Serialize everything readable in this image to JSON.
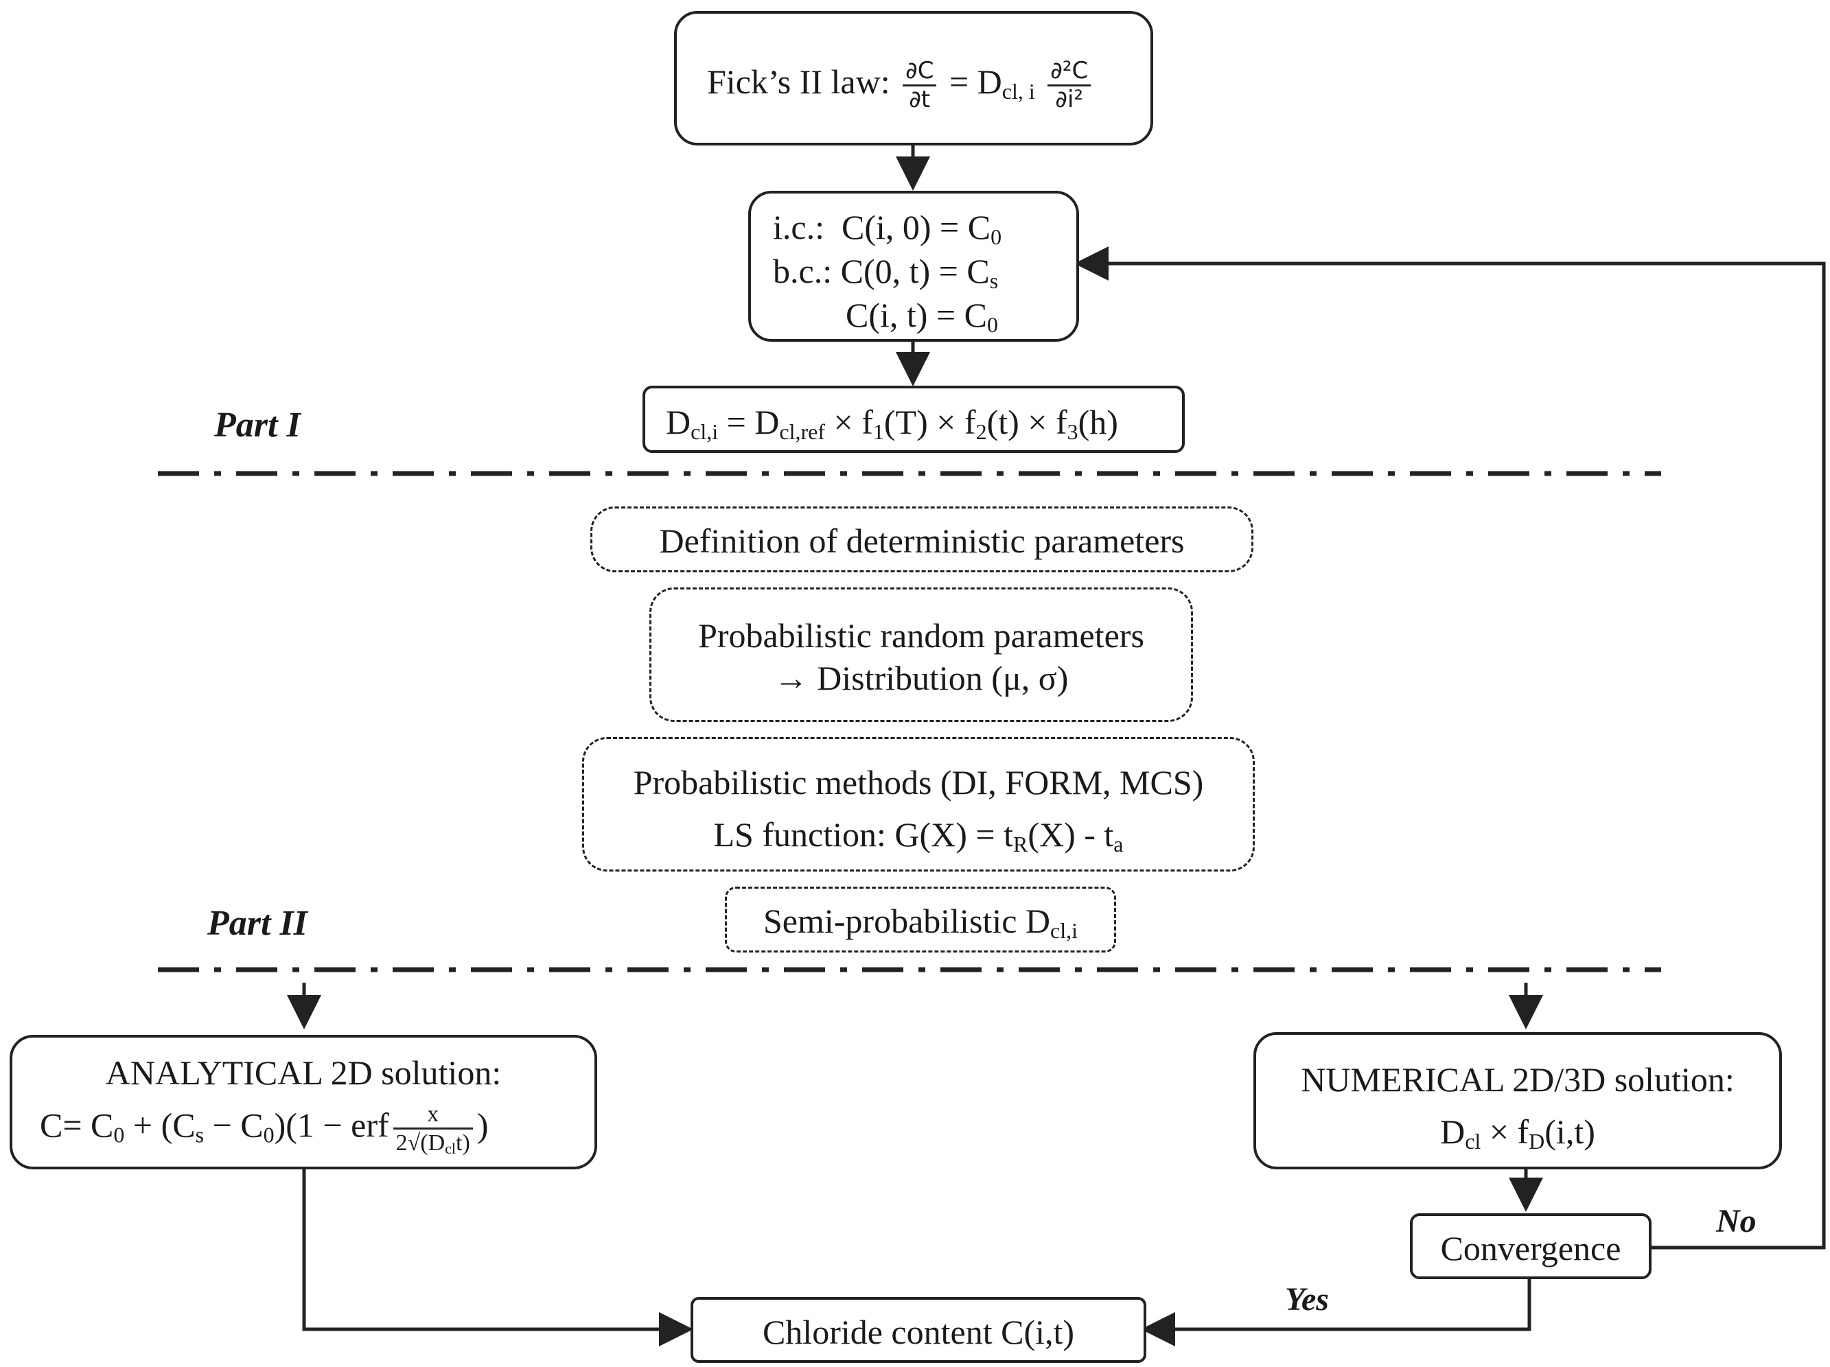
{
  "labels": {
    "part1": "Part I",
    "part2": "Part II",
    "yes": "Yes",
    "no": "No"
  },
  "fick": {
    "prefix": "Fick’s II law:",
    "num": "∂C",
    "den": "∂t",
    "eq": "= D",
    "sub": "cl, i",
    "num2": "∂²C",
    "den2": "∂i²"
  },
  "conditions": {
    "ic_label": "i.c.:",
    "ic_expr": "C(i, 0) = C",
    "ic_sub": "0",
    "bc_label": "b.c.:",
    "bc_expr": "C(0, t) = C",
    "bc_sub": "s",
    "bc2_expr": "C(i, t) = C",
    "bc2_sub": "0"
  },
  "diffusion": {
    "lhs": "D",
    "lhs_sub": "cl,i",
    "eq": " = D",
    "ref_sub": "cl,ref",
    "f1": " × f",
    "f1_sub": "1",
    "f1_arg": "(T) × f",
    "f2_sub": "2",
    "f2_arg": "(t) × f",
    "f3_sub": "3",
    "f3_arg": "(h)"
  },
  "part2_boxes": {
    "deterministic": "Definition of deterministic parameters",
    "random_line1": "Probabilistic random parameters",
    "random_line2": "→ Distribution (μ, σ)",
    "methods_line1": "Probabilistic methods (DI, FORM, MCS)",
    "ls_prefix": "LS function: G(X) = t",
    "ls_sub1": "R",
    "ls_mid": "(X) - t",
    "ls_sub2": "a",
    "semi": "Semi-probabilistic D",
    "semi_sub": "cl,i"
  },
  "analytical": {
    "line1": "ANALYTICAL 2D solution:",
    "line2_prefix": "C= C",
    "c0_sub": "0",
    "plus": " + (C",
    "cs_sub": "s",
    "minus": " − C",
    "c0b_sub": "0",
    "erf": ")(1 − erf",
    "frac_num": "x",
    "frac_den_prefix": "2√(D",
    "frac_den_sub": "cl",
    "frac_den_suffix": "t)",
    "close": ")"
  },
  "numerical": {
    "line1": "NUMERICAL 2D/3D solution:",
    "line2_prefix": "D",
    "dcl_sub": "cl",
    "line2_mid": " × f",
    "fd_sub": "D",
    "line2_suffix": "(i,t)"
  },
  "convergence": "Convergence",
  "chloride": "Chloride content C(i,t)"
}
